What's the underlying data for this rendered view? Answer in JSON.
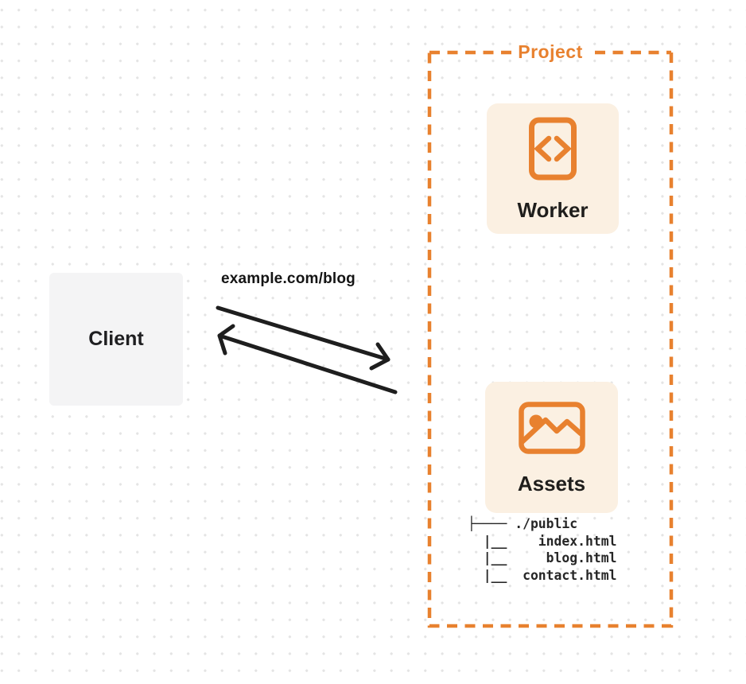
{
  "colors": {
    "accent_orange": "#e8812f",
    "card_background": "#fbf0e2",
    "client_background": "#f4f4f5",
    "arrow_color": "#1e1e1e",
    "text_dark": "#1f1e1c",
    "dot_grid": "#e4e4e4"
  },
  "project": {
    "label": "Project"
  },
  "worker": {
    "label": "Worker",
    "icon": "code-file-icon"
  },
  "assets": {
    "label": "Assets",
    "icon": "image-icon",
    "file_tree": {
      "lines": [
        "├──── ./public",
        "  |__    index.html",
        "  |__     blog.html",
        "  |__  contact.html"
      ]
    }
  },
  "client": {
    "label": "Client"
  },
  "request": {
    "url_label": "example.com/blog"
  }
}
